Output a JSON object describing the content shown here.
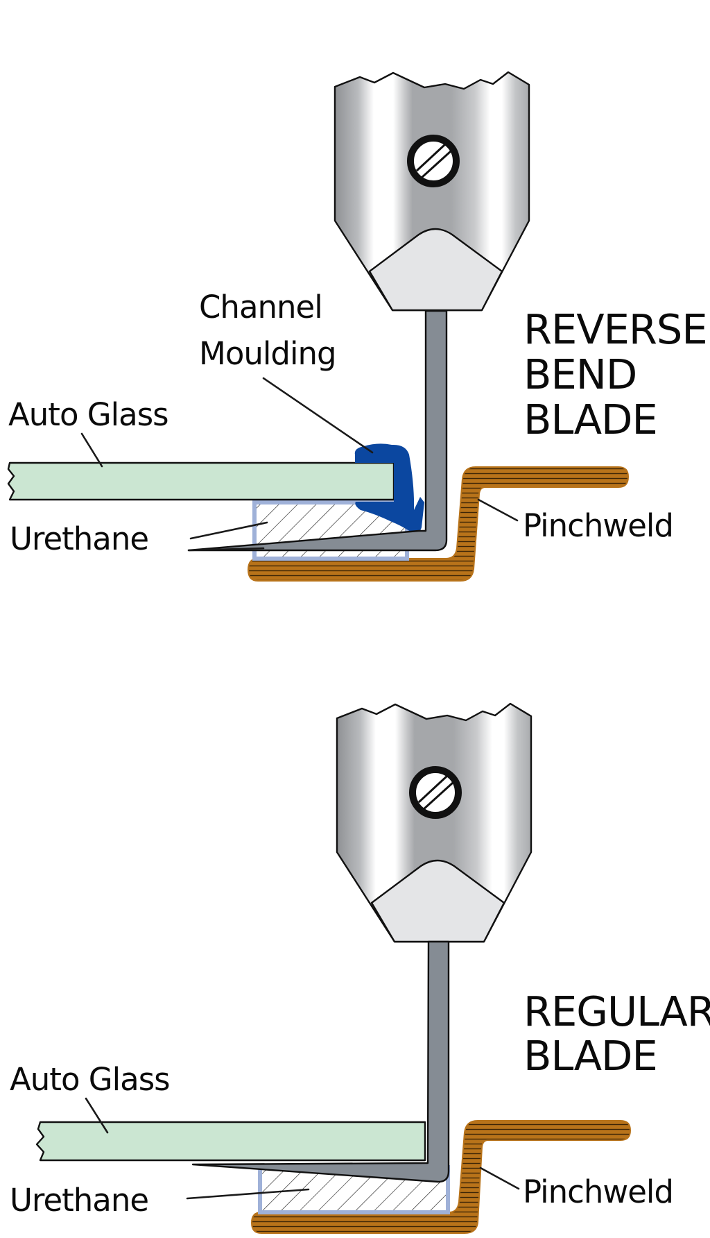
{
  "figure": {
    "title": "Reverse bend blade vs regular blade windshield removal",
    "colors": {
      "glass": "#cbe6d2",
      "moulding": "#0b47a0",
      "blade": "#858c94",
      "pinchweld": "#b8731a",
      "pinchweld_stripe": "#3d2506",
      "urethane_border": "#9fb1d8",
      "holder_dark": "#9c9ea1",
      "holder_light": "#e4e5e7"
    }
  },
  "diagrams": [
    {
      "id": "reverse-bend",
      "blade_type_lines": [
        "REVERSE",
        "BEND",
        "BLADE"
      ],
      "labels": {
        "channel_moulding_lines": [
          "Channel",
          "Moulding"
        ],
        "auto_glass": "Auto Glass",
        "urethane": "Urethane",
        "pinchweld": "Pinchweld"
      }
    },
    {
      "id": "regular",
      "blade_type_lines": [
        "REGULAR",
        "BLADE"
      ],
      "labels": {
        "auto_glass": "Auto Glass",
        "urethane": "Urethane",
        "pinchweld": "Pinchweld"
      }
    }
  ]
}
